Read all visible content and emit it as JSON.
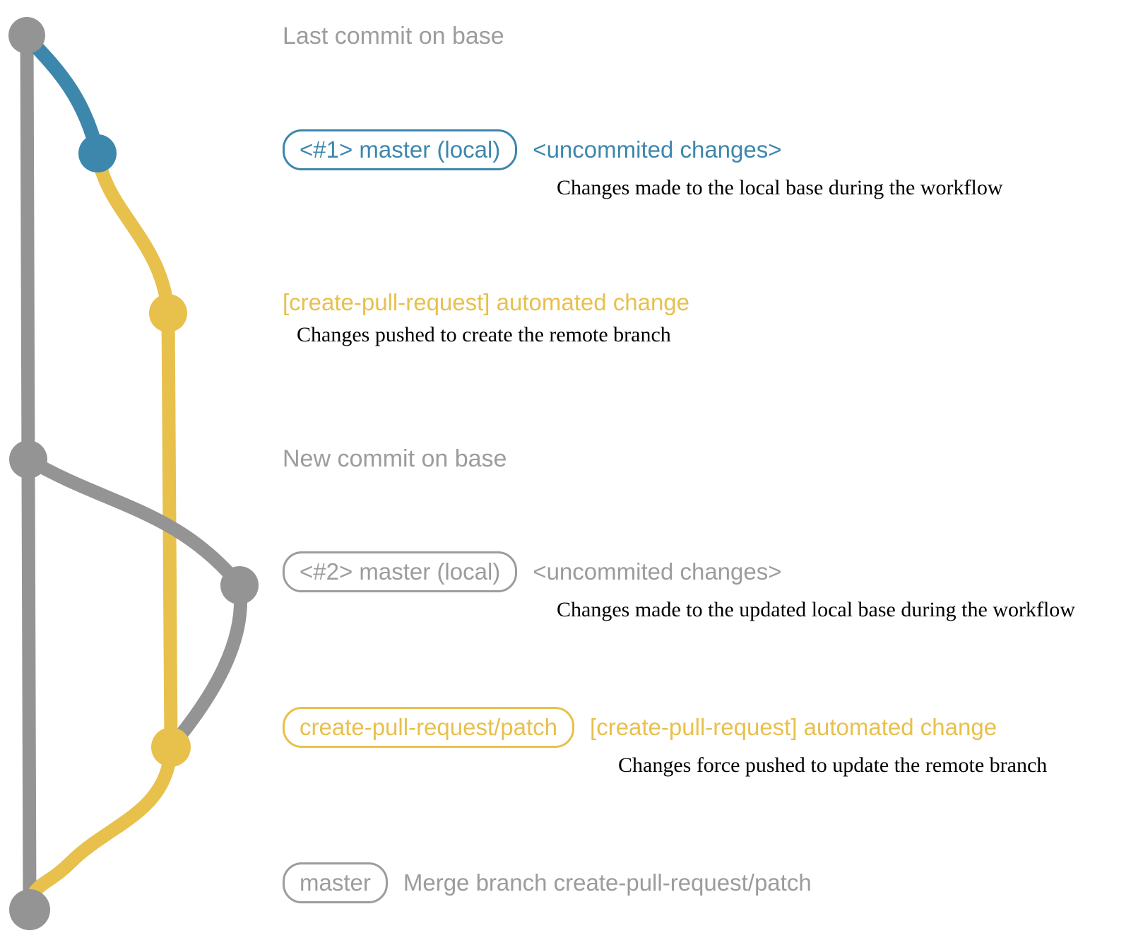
{
  "title": "create-pull-request workflow git graph",
  "colors": {
    "base_gray": "#949494",
    "text_gray": "#9c9c9c",
    "local_blue": "#3d87ac",
    "patch_yellow": "#e8c04c",
    "note_black": "#000000"
  },
  "graph": {
    "branches": [
      {
        "id": "base",
        "color_name": "gray"
      },
      {
        "id": "local-master",
        "color_name": "blue"
      },
      {
        "id": "create-pull-request-patch",
        "color_name": "yellow"
      }
    ],
    "commits": [
      {
        "id": "base-head",
        "branch": "base",
        "label": "Last commit on base"
      },
      {
        "id": "local-1",
        "branch": "local-master",
        "label": "<#1> master (local)"
      },
      {
        "id": "patch-1",
        "branch": "create-pull-request-patch",
        "label": "[create-pull-request] automated change"
      },
      {
        "id": "base-new",
        "branch": "base",
        "label": "New commit on base"
      },
      {
        "id": "local-2",
        "branch": "local-master",
        "label": "<#2> master (local)"
      },
      {
        "id": "patch-2",
        "branch": "create-pull-request-patch",
        "label": "[create-pull-request] automated change"
      },
      {
        "id": "merge",
        "branch": "base",
        "label": "Merge branch create-pull-request/patch"
      }
    ]
  },
  "annotations": {
    "last_commit": {
      "label": "Last commit on base"
    },
    "commit_1": {
      "badge": "<#1> master (local)",
      "message": "<uncommited changes>",
      "note": "Changes made to the local base during the workflow"
    },
    "push_1": {
      "message": "[create-pull-request] automated change",
      "note": "Changes pushed to create the remote branch"
    },
    "new_commit": {
      "label": "New commit on base"
    },
    "commit_2": {
      "badge": "<#2> master (local)",
      "message": "<uncommited changes>",
      "note": "Changes made to the updated local base during the workflow"
    },
    "push_2": {
      "badge": "create-pull-request/patch",
      "message": "[create-pull-request] automated change",
      "note": "Changes force pushed to update the remote branch"
    },
    "merge": {
      "badge": "master",
      "message": "Merge branch create-pull-request/patch"
    }
  }
}
